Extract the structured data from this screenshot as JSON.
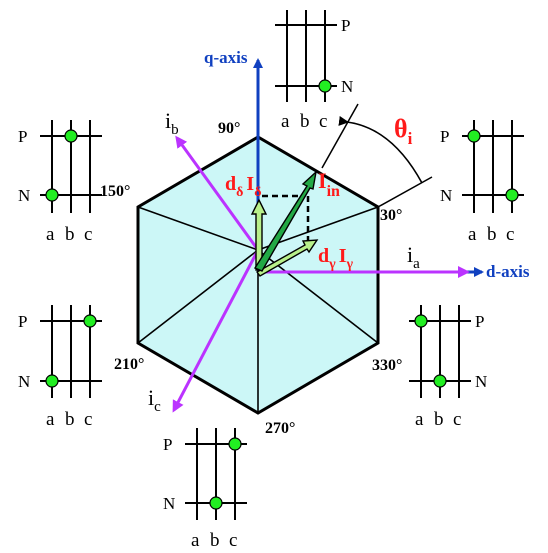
{
  "diagram": {
    "axes": {
      "d_axis": "d-axis",
      "q_axis": "q-axis"
    },
    "currents": {
      "ia": {
        "main": "i",
        "sub": "a"
      },
      "ib": {
        "main": "i",
        "sub": "b"
      },
      "ic": {
        "main": "i",
        "sub": "c"
      }
    },
    "angles": {
      "a30": "30°",
      "a90": "90°",
      "a150": "150°",
      "a210": "210°",
      "a270": "270°",
      "a330": "330°"
    },
    "vectors": {
      "iin": {
        "main": "I",
        "sub": "in"
      },
      "d_gamma": {
        "d": "d",
        "d_sub": "γ",
        "I": "I",
        "I_sub": "γ"
      },
      "d_delta": {
        "d": "d",
        "d_sub": "δ",
        "I": "I",
        "I_sub": "δ"
      },
      "theta": {
        "main": "θ",
        "sub": "i"
      }
    },
    "switch_label": {
      "p": "P",
      "n": "N",
      "a": "a",
      "b": "b",
      "c": "c"
    },
    "colors": {
      "hex_fill": "#ccf7f7",
      "axis_blue": "#1040c0",
      "current_purple": "#bb33ff",
      "vector_green": "#22a845",
      "vector_lightgreen": "#b8f08a",
      "label_red": "#ff1a1a",
      "dot_green": "#22ee22"
    }
  }
}
